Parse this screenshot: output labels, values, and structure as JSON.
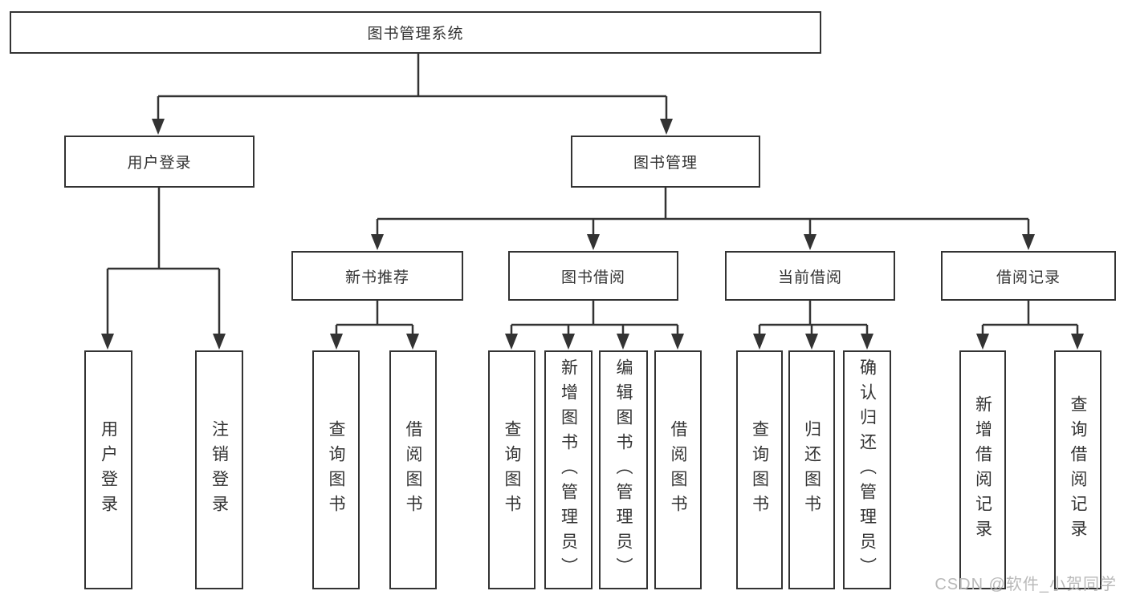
{
  "diagram": {
    "root": "图书管理系统",
    "login_branch": {
      "label": "用户登录",
      "children": [
        "用户登录",
        "注销登录"
      ]
    },
    "mgmt_branch": {
      "label": "图书管理",
      "groups": [
        {
          "label": "新书推荐",
          "children": [
            "查询图书",
            "借阅图书"
          ]
        },
        {
          "label": "图书借阅",
          "children": [
            "查询图书",
            "新增图书（管理员）",
            "编辑图书（管理员）",
            "借阅图书"
          ]
        },
        {
          "label": "当前借阅",
          "children": [
            "查询图书",
            "归还图书",
            "确认归还（管理员）"
          ]
        },
        {
          "label": "借阅记录",
          "children": [
            "新增借阅记录",
            "查询借阅记录"
          ]
        }
      ]
    }
  },
  "watermark": "CSDN @软件_小贺同学",
  "colors": {
    "line": "#333333",
    "box_border": "#333333",
    "text": "#333333",
    "watermark": "#b9b9b9",
    "background": "#ffffff"
  }
}
